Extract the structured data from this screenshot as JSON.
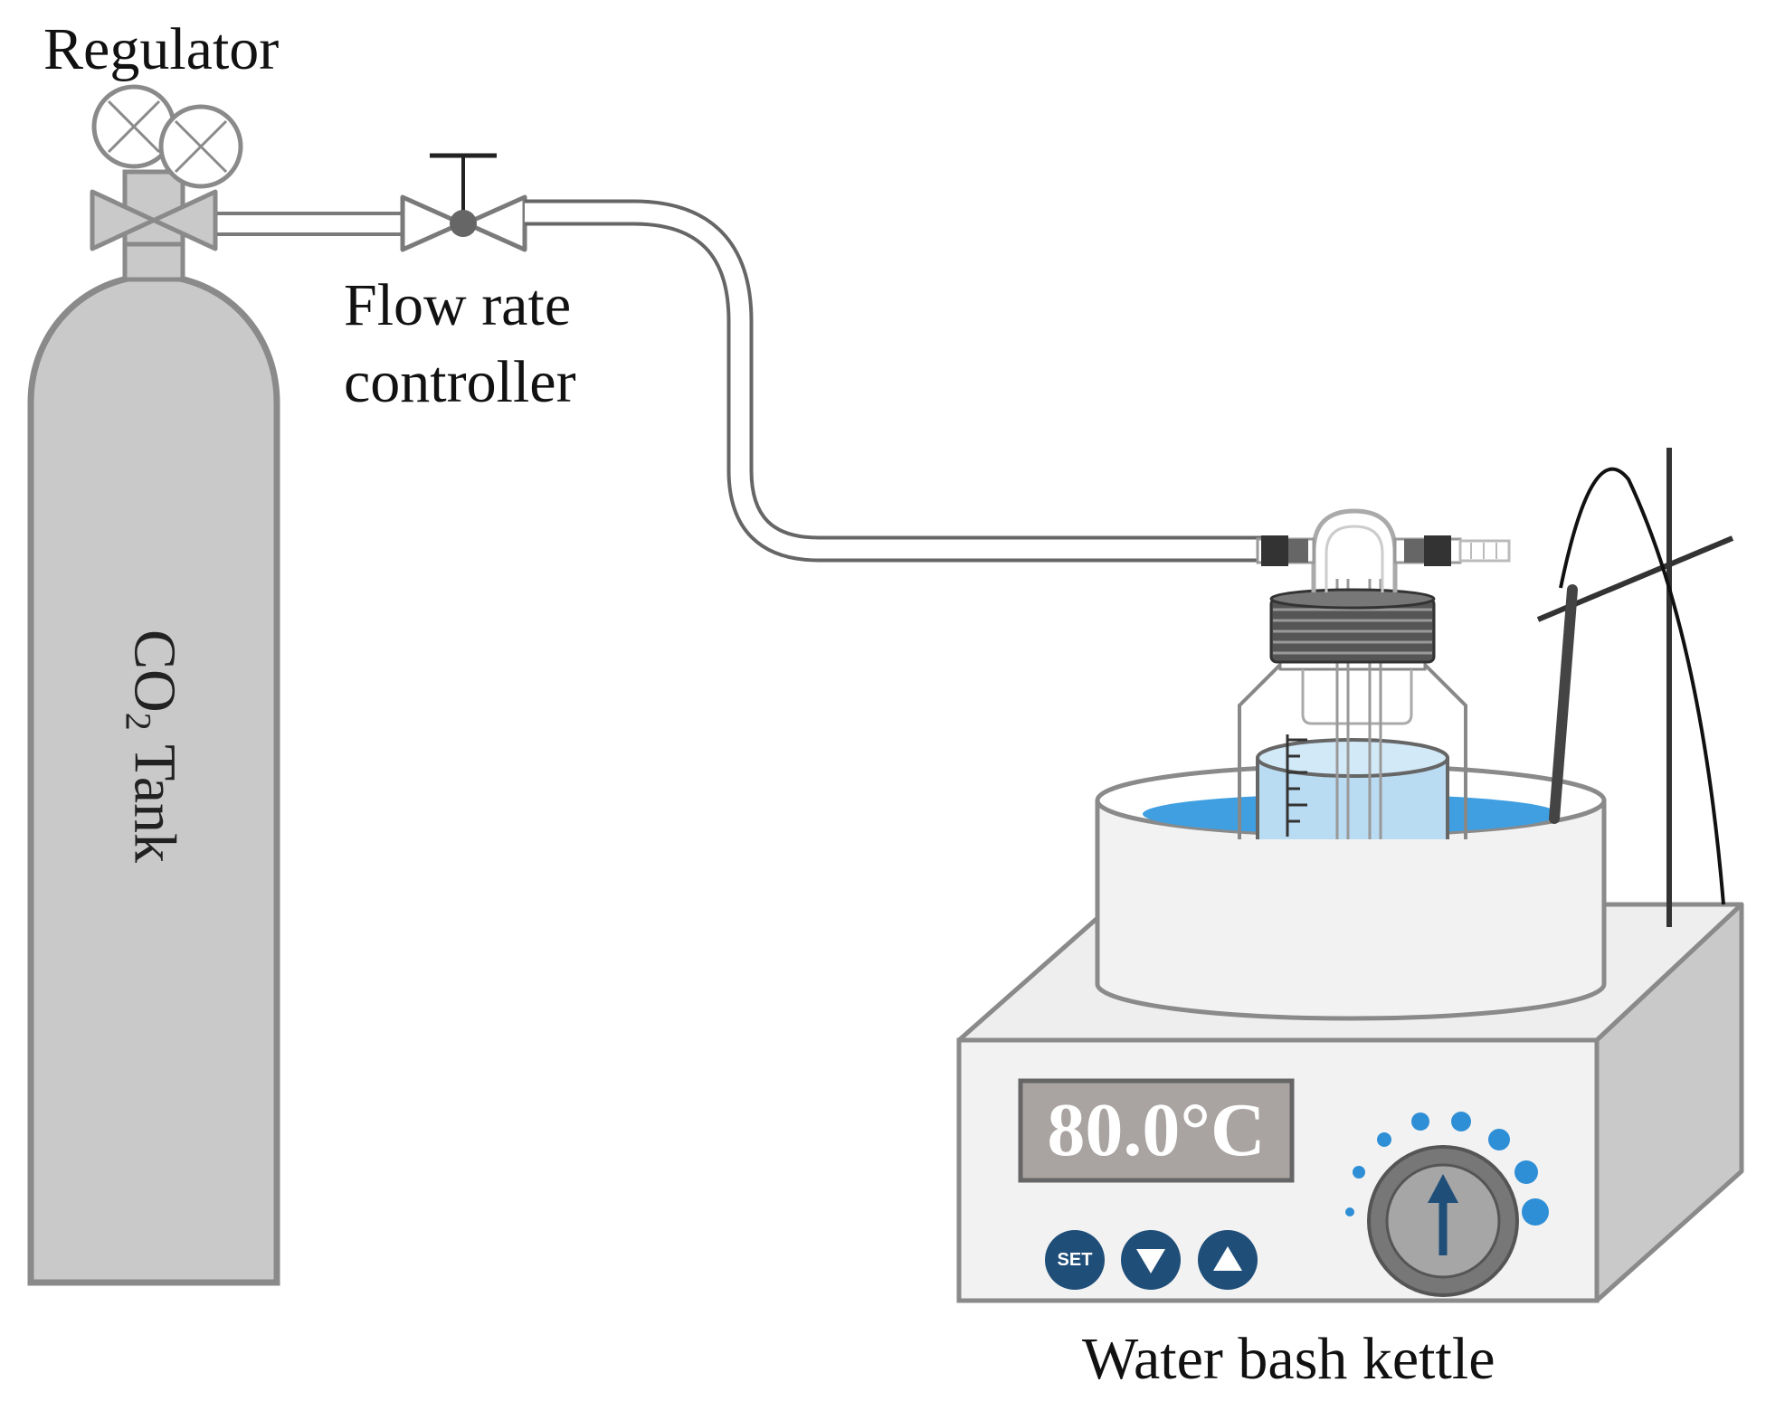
{
  "labels": {
    "regulator": "Regulator",
    "flow_rate_line1": "Flow rate",
    "flow_rate_line2": "controller",
    "tank_prefix": "CO",
    "tank_subscript": "2",
    "tank_suffix": " Tank",
    "kettle": "Water bash kettle"
  },
  "display": {
    "temperature": "80.0°C"
  },
  "buttons": {
    "set": "SET"
  },
  "colors": {
    "gray_fill": "#c9c9c9",
    "gray_stroke": "#8a8a8a",
    "water": "#3f9fe0",
    "beaker_liquid": "#b9dcf2",
    "control_blue": "#1f4e79",
    "dial_dots": "#2f8fd6",
    "display_bg": "#a9a3a1"
  }
}
